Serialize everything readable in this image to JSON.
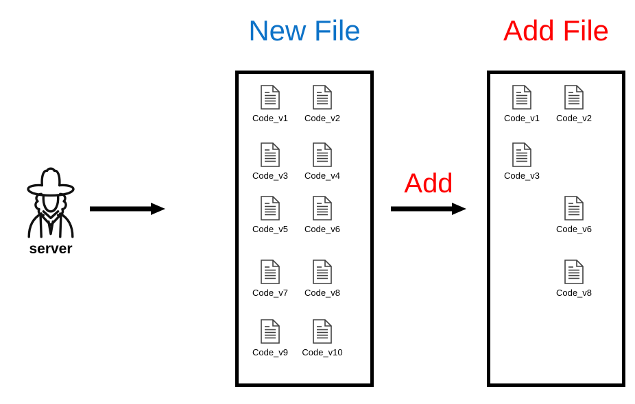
{
  "boxes": {
    "new": {
      "title": "New File",
      "files": [
        "Code_v1",
        "Code_v2",
        "Code_v3",
        "Code_v4",
        "Code_v5",
        "Code_v6",
        "Code_v7",
        "Code_v8",
        "Code_v9",
        "Code_v10"
      ]
    },
    "add": {
      "title": "Add File",
      "files": [
        "Code_v1",
        "Code_v2",
        "Code_v3",
        "Code_v6",
        "Code_v8"
      ]
    }
  },
  "server": {
    "label": "server"
  },
  "arrow": {
    "label": "Add"
  },
  "icons": {
    "document": "document-icon",
    "server": "cowboy-person-icon"
  },
  "colors": {
    "new_title": "#0e73c8",
    "add_title": "#fe0000",
    "add_label": "#fe0000",
    "arrow": "#000000",
    "box_border": "#000000",
    "icon_stroke": "#404040",
    "background": "#ffffff"
  }
}
